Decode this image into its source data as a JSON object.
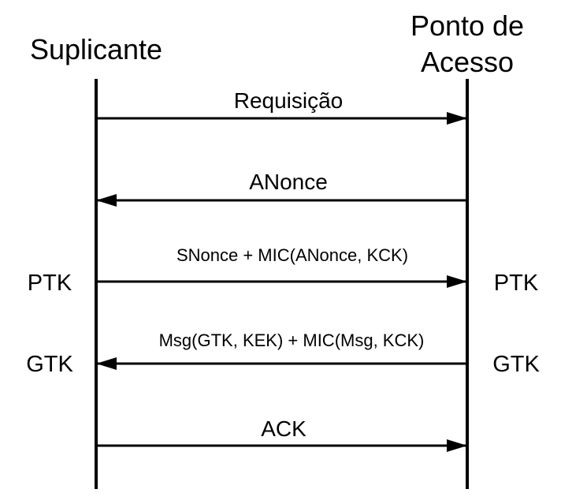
{
  "actors": {
    "left": {
      "name": "Suplicante"
    },
    "right": {
      "line1": "Ponto de",
      "line2": "Acesso"
    }
  },
  "messages": [
    {
      "label": "Requisição",
      "direction": "right"
    },
    {
      "label": "ANonce",
      "direction": "left"
    },
    {
      "label": "SNonce + MIC(ANonce, KCK)",
      "direction": "right"
    },
    {
      "label": "Msg(GTK, KEK) + MIC(Msg, KCK)",
      "direction": "left"
    },
    {
      "label": "ACK",
      "direction": "right"
    }
  ],
  "side_labels": {
    "left": [
      "PTK",
      "GTK"
    ],
    "right": [
      "PTK",
      "GTK"
    ]
  },
  "colors": {
    "line": "#000000",
    "background": "#ffffff"
  }
}
